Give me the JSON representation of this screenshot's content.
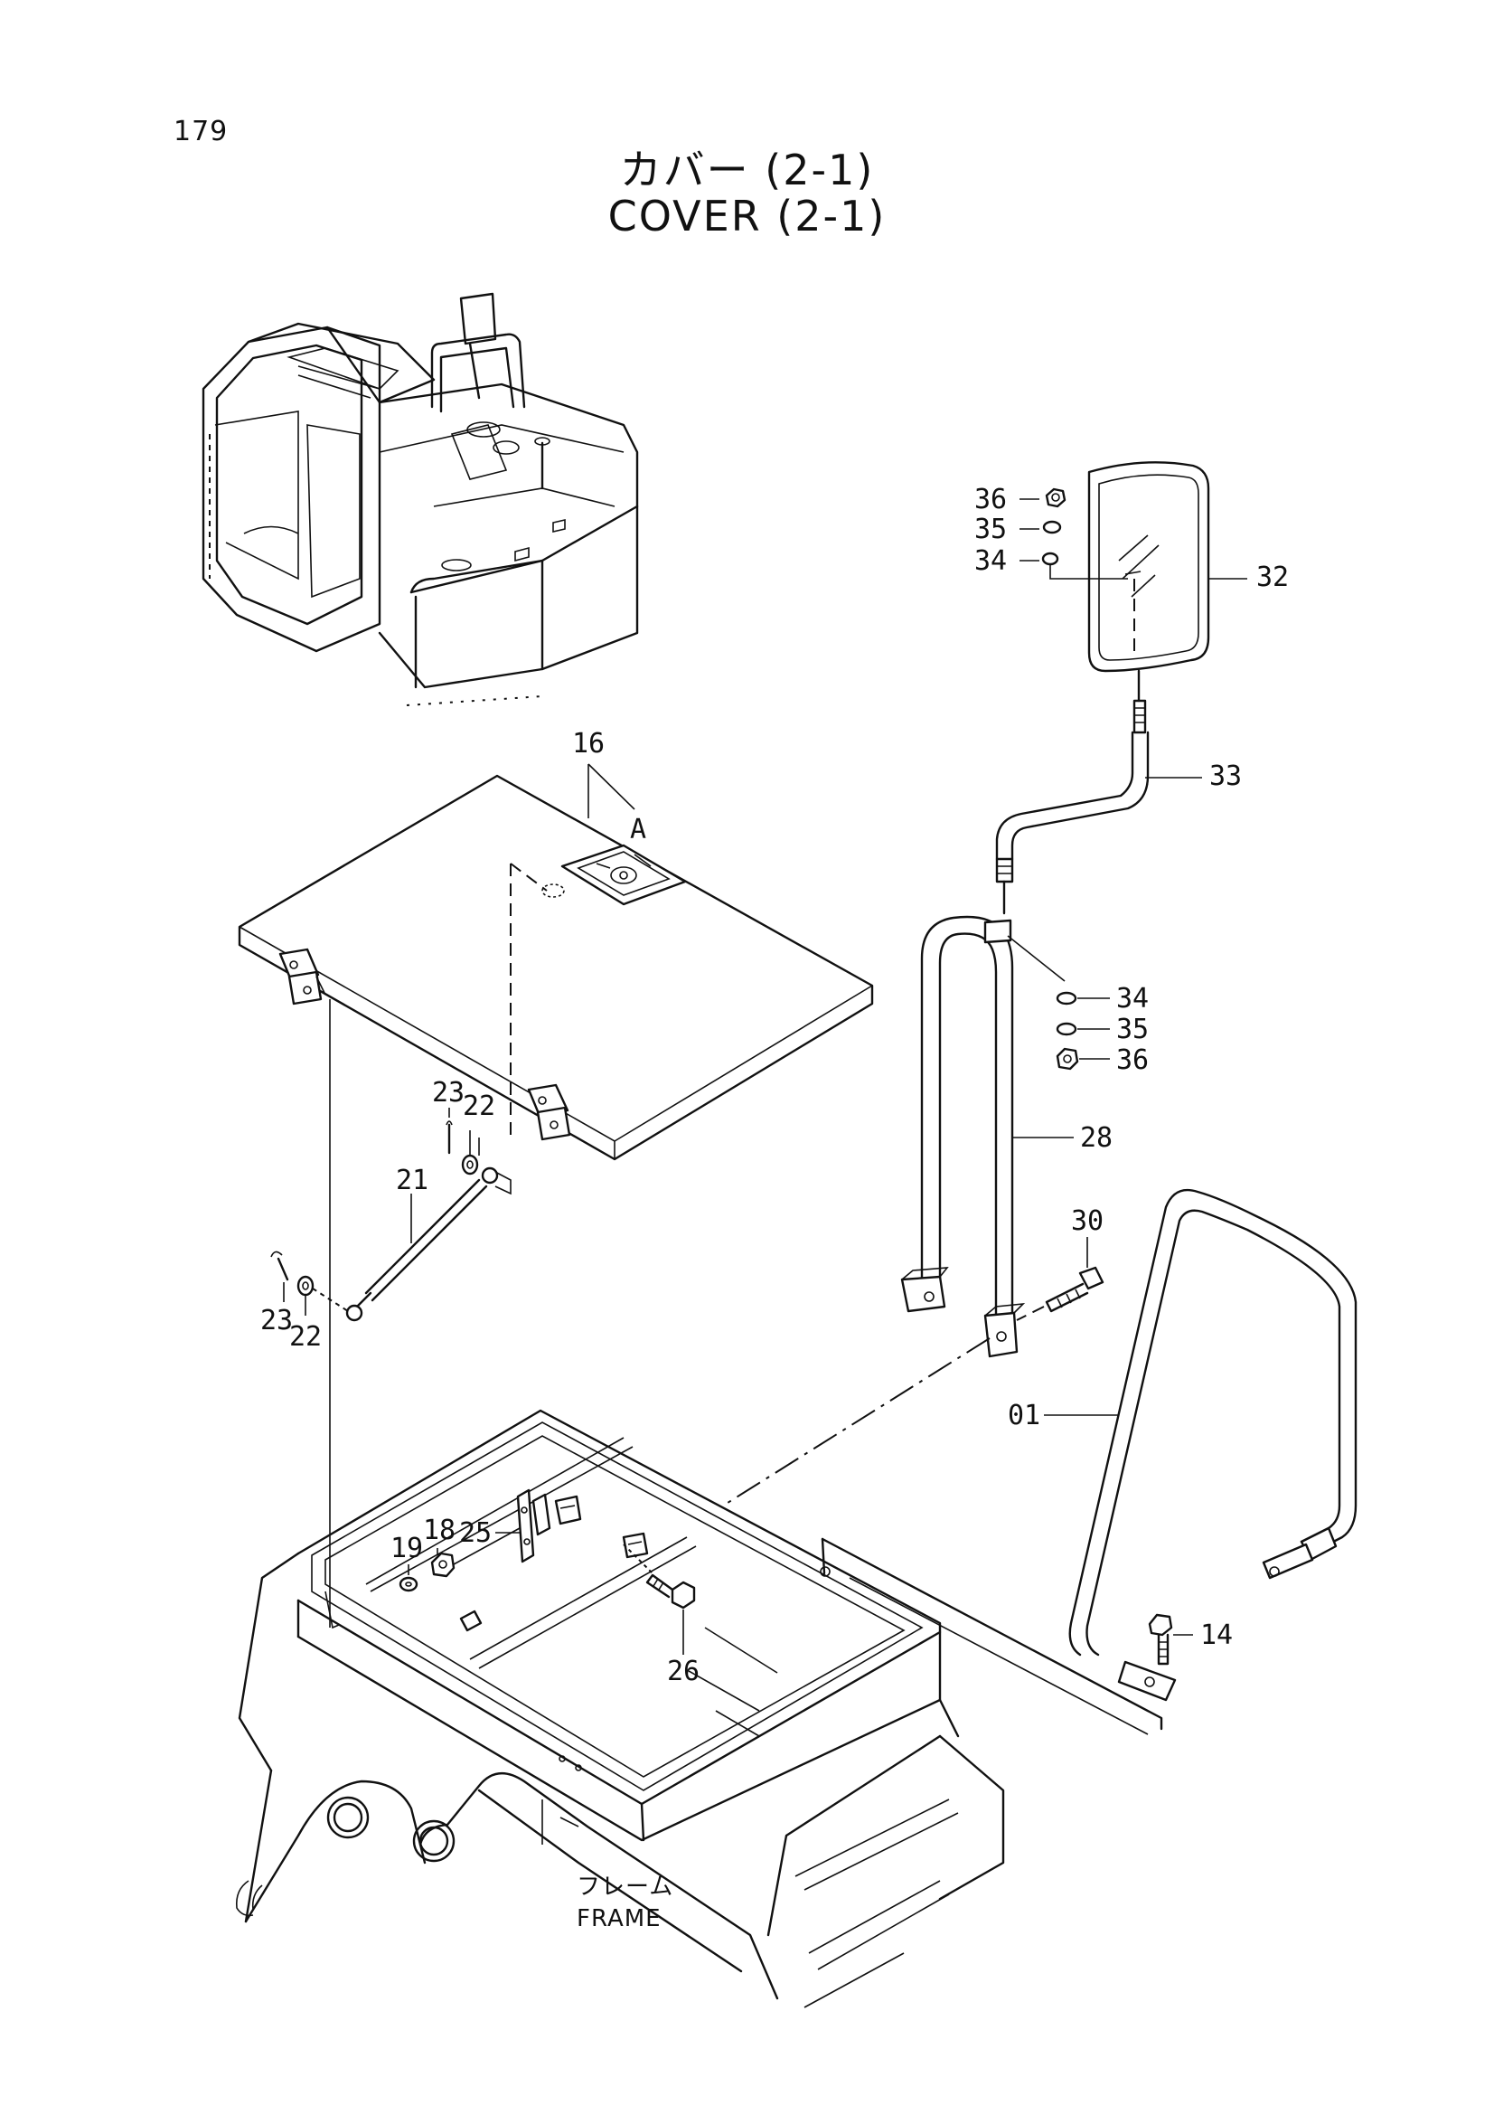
{
  "page": {
    "number": "179",
    "title_jp": "カバー (2-1)",
    "title_en": "COVER (2-1)"
  },
  "labels": {
    "cover": "16",
    "cover_ref": "A",
    "mirror": "32",
    "mirror_stay": "33",
    "nut_top": "36",
    "lockwasher_top": "35",
    "washer_top": "34",
    "washer_bottom": "34",
    "lockwasher_bottom": "35",
    "nut_bottom": "36",
    "handrail": "28",
    "bolt_handrail": "30",
    "handrail_front": "01",
    "bolt_front": "14",
    "pin_upper": "23",
    "washer_upper": "22",
    "gas_spring": "21",
    "pin_lower": "23",
    "washer_lower": "22",
    "bracket": "25",
    "nut_bracket": "18",
    "washer_bracket": "19",
    "bolt_bracket": "26",
    "frame_jp": "フレーム",
    "frame_en": "FRAME"
  }
}
